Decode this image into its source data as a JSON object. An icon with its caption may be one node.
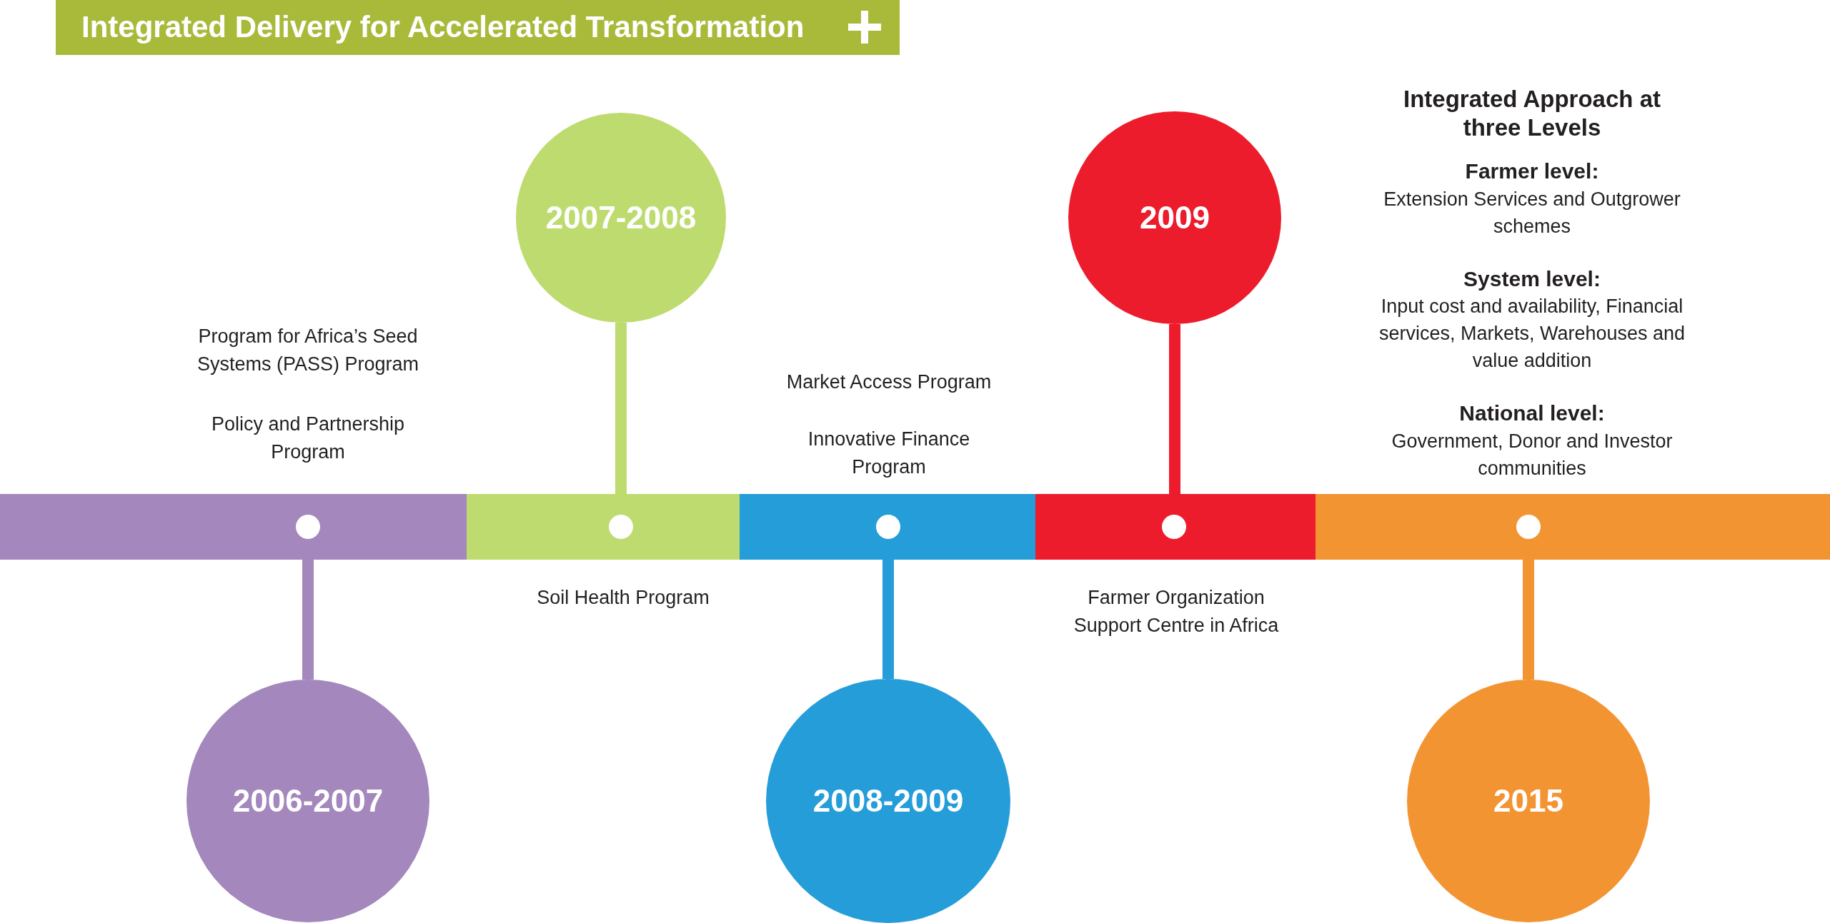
{
  "diagram": {
    "title": "Integrated Delivery for Accelerated Transformation",
    "nodes": [
      {
        "text": [],
        "shape": "bar"
      },
      {
        "text": [
          "2006-2007"
        ]
      },
      {
        "text": [],
        "shape": "bar"
      },
      {
        "text": [
          "2007-2008"
        ]
      },
      {
        "text": [],
        "shape": "bar"
      },
      {
        "text": [
          "2008-2009"
        ]
      },
      {
        "text": [],
        "shape": "bar"
      },
      {
        "text": [
          "2009"
        ]
      },
      {
        "text": [],
        "shape": "bar"
      },
      {
        "text": [
          "2015"
        ]
      }
    ],
    "edges": [
      {
        "from": 0,
        "to": 1,
        "arrow": "none",
        "color": "#a387bd"
      },
      {
        "from": 2,
        "to": 3,
        "arrow": "none",
        "color": "#bedb6f"
      },
      {
        "from": 4,
        "to": 5,
        "arrow": "none",
        "color": "#259dd9"
      },
      {
        "from": 6,
        "to": 7,
        "arrow": "none",
        "color": "#ed1c2c"
      },
      {
        "from": 8,
        "to": 9,
        "arrow": "none",
        "color": "#f39433"
      }
    ],
    "labels": [
      "Program for Africa’s Seed Systems (PASS) Program",
      "Policy and Partnership Program",
      "Soil Health Program",
      "Market Access Program",
      "Innovative Finance Program",
      "Farmer Organization Support Centre in Africa",
      "Integrated Approach at three Levels",
      "Farmer level:",
      "Extension Services and Outgrower schemes",
      "System level:",
      "Input cost and availability, Financial services, Markets, Warehouses and value addition",
      "National level:",
      "Government, Donor and Investor communities"
    ]
  }
}
